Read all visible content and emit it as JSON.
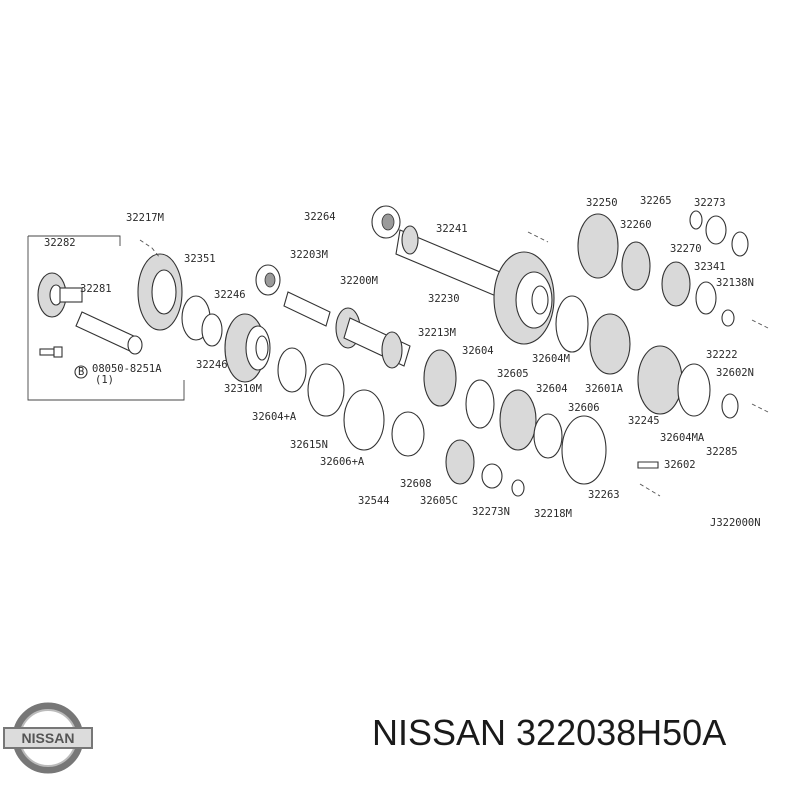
{
  "brand": {
    "logo_text": "NISSAN"
  },
  "caption": {
    "text": "NISSAN 322038H50A"
  },
  "diagram": {
    "code": "J322000N",
    "labels": [
      "32282",
      "32217M",
      "32281",
      "32351",
      "32246",
      "32246",
      "32310M",
      "08050-8251A",
      "(1)",
      "32264",
      "32241",
      "32203M",
      "32200M",
      "32230",
      "32213M",
      "32604",
      "32604M",
      "32605",
      "32604",
      "32601A",
      "32604+A",
      "32615N",
      "32606+A",
      "32606",
      "32608",
      "32544",
      "32605C",
      "32273N",
      "32218M",
      "32263",
      "32250",
      "32265",
      "32273",
      "32260",
      "32270",
      "32341",
      "32138N",
      "32222",
      "32602N",
      "32245",
      "32604MA",
      "32602",
      "32285"
    ]
  }
}
